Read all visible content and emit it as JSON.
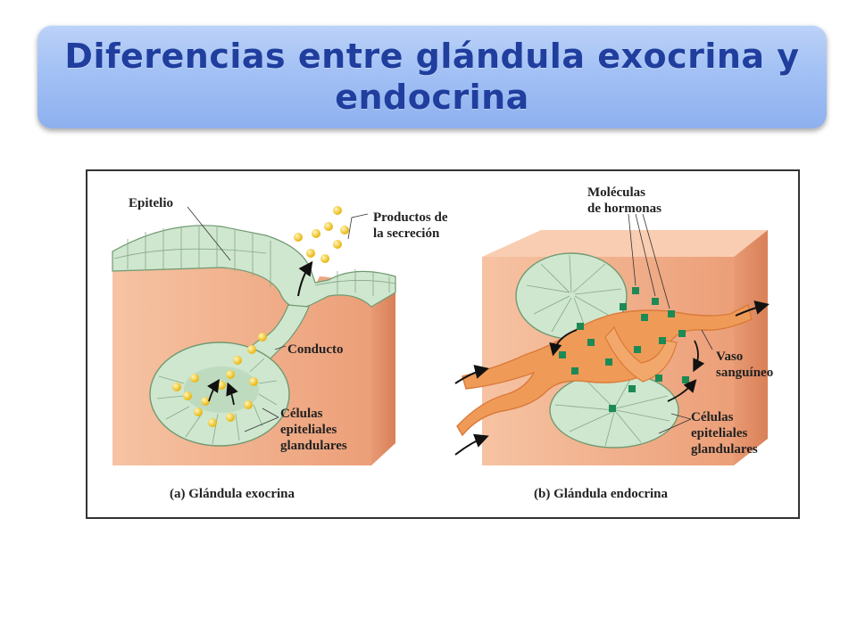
{
  "title": "Diferencias entre glándula exocrina y endocrina",
  "exocrine": {
    "caption": "(a) Glándula exocrina",
    "label_epithelium": "Epitelio",
    "label_products_1": "Productos de",
    "label_products_2": "la secreción",
    "label_duct": "Conducto",
    "label_cells_1": "Células",
    "label_cells_2": "epiteliales",
    "label_cells_3": "glandulares"
  },
  "endocrine": {
    "caption": "(b) Glándula endocrina",
    "label_hormones_1": "Moléculas",
    "label_hormones_2": "de hormonas",
    "label_vessel_1": "Vaso",
    "label_vessel_2": "sanguíneo",
    "label_cells_1": "Células",
    "label_cells_2": "epiteliales",
    "label_cells_3": "glandulares"
  },
  "colors": {
    "title_text": "#1f3e9e",
    "banner": "#a3c1f5",
    "tissue": "#f3b38f",
    "cells": "#cfe6cf",
    "secretion": "#f2c21b",
    "hormone": "#1c8a55",
    "vessel": "#f09a58"
  }
}
